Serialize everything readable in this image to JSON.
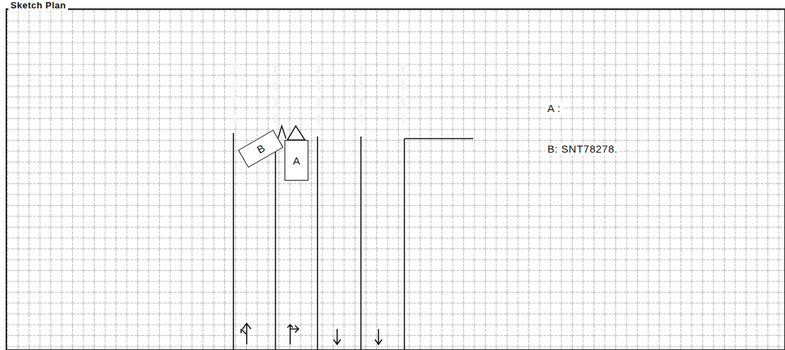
{
  "diagram": {
    "nodes": [
      {
        "text": [
          "B"
        ]
      },
      {
        "text": [
          "A"
        ]
      }
    ],
    "labels": [
      "Sketch Plan",
      "A :",
      "B: SNT78278."
    ]
  }
}
